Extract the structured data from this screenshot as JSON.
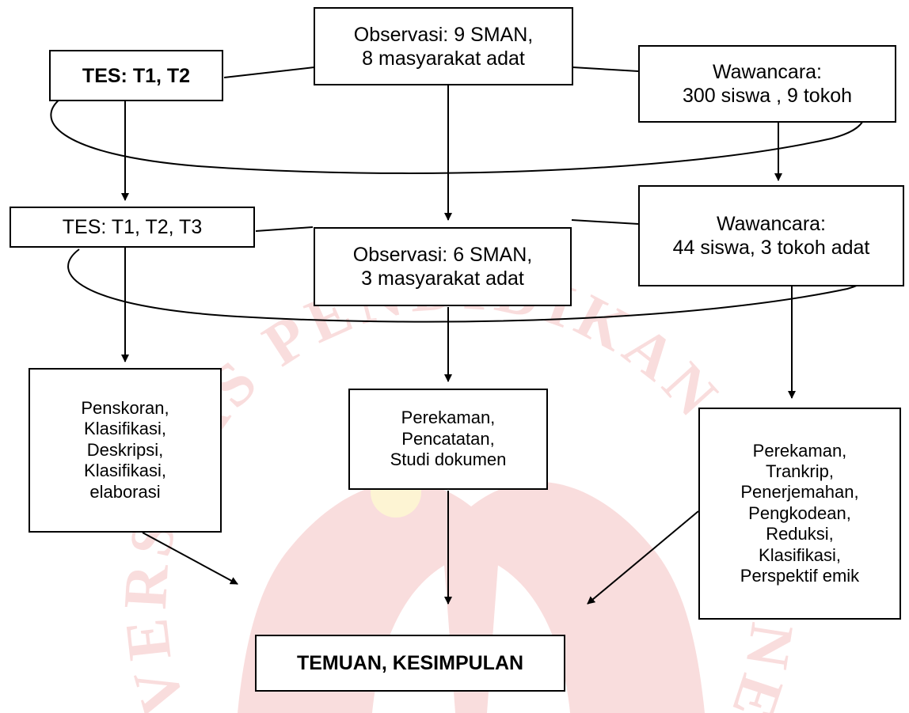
{
  "diagram": {
    "row1": {
      "tes": "TES: T1, T2",
      "observasi": "Observasi: 9 SMAN,\n8 masyarakat adat",
      "wawancara": "Wawancara:\n300 siswa , 9 tokoh"
    },
    "row2": {
      "tes": "TES: T1, T2, T3",
      "observasi": "Observasi: 6 SMAN,\n3 masyarakat adat",
      "wawancara": "Wawancara:\n44 siswa, 3 tokoh adat"
    },
    "row3": {
      "tes": "Penskoran,\nKlasifikasi,\nDeskripsi,\nKlasifikasi,\nelaborasi",
      "observasi": "Perekaman,\nPencatatan,\nStudi dokumen",
      "wawancara": "Perekaman,\nTrankrip,\nPenerjemahan,\nPengkodean,\nReduksi,\nKlasifikasi,\nPerspektif emik"
    },
    "result": "TEMUAN, KESIMPULAN"
  },
  "watermark": {
    "text": "UNIVERSITAS PENDIDIKAN INDONESIA",
    "color": "#e86a6a",
    "accent_color": "#f7d23a"
  }
}
